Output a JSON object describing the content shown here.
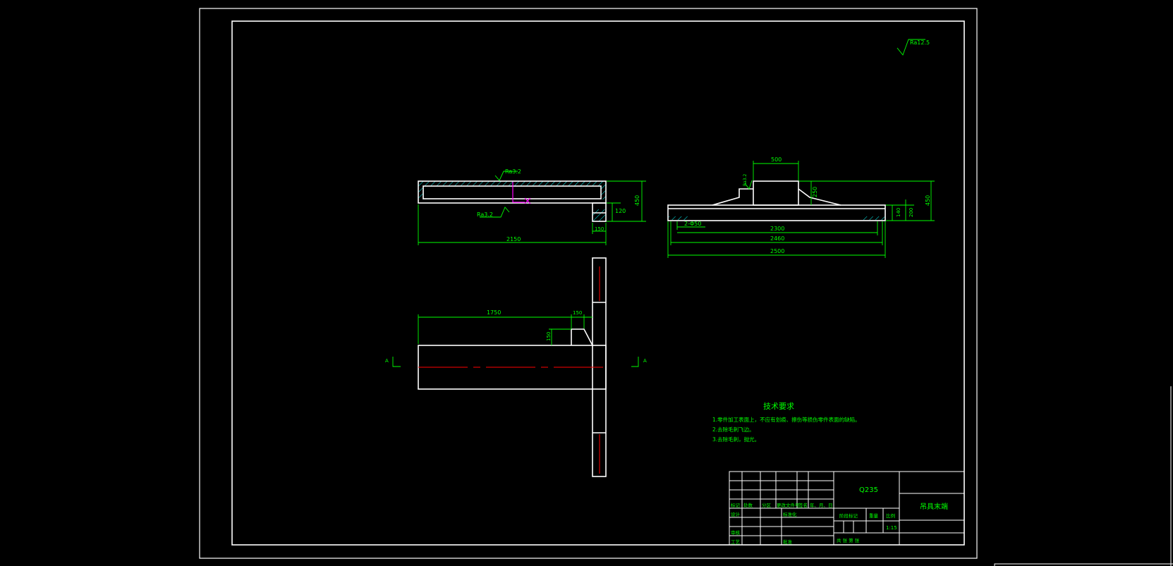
{
  "colors": {
    "background": "#000000",
    "outline": "#ffffff",
    "dimension": "#00ff00",
    "hatch": "#00ffff",
    "centerline": "#ff0000",
    "marker": "#ff00ff"
  },
  "surface_marks": {
    "global": "Ra12.5",
    "front_top": "Ra3.2",
    "front_bottom": "Ra3.2",
    "side": "Ra3.2"
  },
  "front_view": {
    "dim_total_length": "2150",
    "dim_height": "450",
    "dim_step_height": "120",
    "dim_step_width": "150"
  },
  "side_view": {
    "dim_top_width": "500",
    "dim_boss_height": "250",
    "dim_plate_thickness": "140",
    "dim_overall_height": "450",
    "dim_thickness_right": "200",
    "dim_holes": "2-Φ50",
    "dim_hole_spacing": "2300",
    "dim_inner_length": "2460",
    "dim_overall_length": "2500"
  },
  "plan_view": {
    "dim_left_length": "1750",
    "dim_chamfer_width": "150",
    "dim_chamfer_height": "150",
    "section_label_left": "A",
    "section_label_right": "A"
  },
  "technical_requirements": {
    "title": "技术要求",
    "items": [
      "1.零件加工表面上，不应有划痕、擦伤等损伤零件表面的缺陷。",
      "2.去除毛刺飞边。",
      "3.去除毛刺，抛光。"
    ]
  },
  "title_block": {
    "material": "Q235",
    "part_name": "吊具末端",
    "scale": "1:15",
    "header_labels": [
      "标记",
      "处数",
      "分区",
      "更改文件号",
      "签名",
      "年、月、日"
    ],
    "row_labels": [
      "设计",
      "标准化",
      "审核",
      "工艺",
      "批准"
    ],
    "stage_mark": "阶段标记",
    "weight": "重量",
    "scale_label": "比例",
    "sheet_info": "共  张  第  张"
  }
}
